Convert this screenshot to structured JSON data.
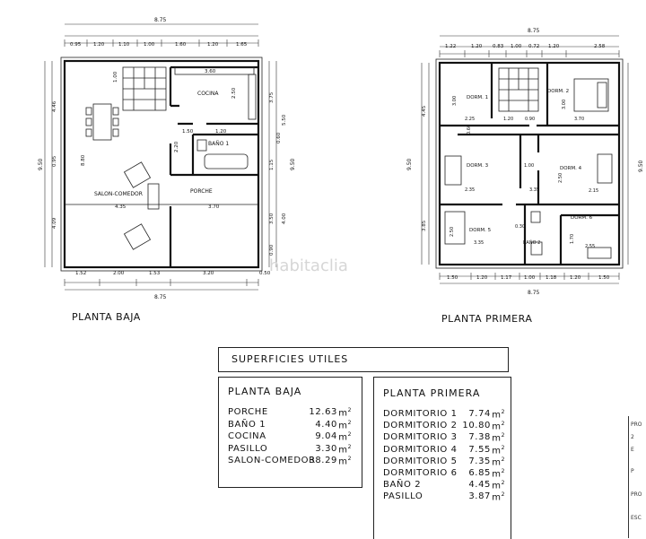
{
  "plans": {
    "ground": {
      "title": "PLANTA BAJA",
      "rooms": [
        "COCINA",
        "BAÑO 1",
        "SALON-COMEDOR",
        "PORCHE"
      ],
      "top_total": "8.75",
      "top_dims": [
        "0.95",
        "1.20",
        "1.10",
        "1.00",
        "1.60",
        "1.20",
        "1.65"
      ],
      "bottom_dims": [
        "1.52",
        "2.00",
        "1.53",
        "3.20",
        "0.50"
      ],
      "bottom_total": "8.75",
      "left_dims": [
        "4.46",
        "0.95",
        "4.09"
      ],
      "left_total": "9.50",
      "right_dims": [
        "3.75",
        "1.15",
        "3.50",
        "0.90"
      ],
      "right_total": "9.50",
      "inner_dims": [
        "3.60",
        "2.50",
        "1.50",
        "1.20",
        "2.20",
        "4.35",
        "3.70",
        "8.80",
        "5.50",
        "0.60",
        "1.00",
        "4.00"
      ]
    },
    "first": {
      "title": "PLANTA PRIMERA",
      "rooms": [
        "DORM. 1",
        "DORM. 2",
        "DORM. 3",
        "DORM. 4",
        "DORM. 5",
        "DORM. 6",
        "BAÑO 2"
      ],
      "top_total": "8.75",
      "top_dims": [
        "1.22",
        "1.20",
        "0.83",
        "1.00",
        "0.72",
        "1.20",
        "2.58"
      ],
      "bottom_dims": [
        "1.50",
        "1.20",
        "1.17",
        "1.00",
        "1.18",
        "1.20",
        "1.50"
      ],
      "bottom_total": "8.75",
      "left_dims": [
        "4.45",
        "3.85"
      ],
      "left_total": "9.50",
      "right_total": "9.50",
      "inner_dims": [
        "3.00",
        "2.25",
        "1.20",
        "0.90",
        "3.00",
        "3.70",
        "0.60",
        "1.00",
        "2.35",
        "3.35",
        "2.50",
        "2.15",
        "2.50",
        "3.35",
        "0.30",
        "1.70",
        "2.55"
      ]
    }
  },
  "watermark": "habitaclia",
  "superficies": {
    "header": "SUPERFICIES UTILES",
    "planta_baja": {
      "title": "PLANTA BAJA",
      "rows": [
        {
          "name": "PORCHE",
          "value": "12.63",
          "unit": "m",
          "exp": "2"
        },
        {
          "name": "BAÑO 1",
          "value": "4.40",
          "unit": "m",
          "exp": "2"
        },
        {
          "name": "COCINA",
          "value": "9.04",
          "unit": "m",
          "exp": "2"
        },
        {
          "name": "PASILLO",
          "value": "3.30",
          "unit": "m",
          "exp": "2"
        },
        {
          "name": "SALON-COMEDOR",
          "value": "38.29",
          "unit": "m",
          "exp": "2"
        }
      ]
    },
    "planta_primera": {
      "title": "PLANTA PRIMERA",
      "rows": [
        {
          "name": "DORMITORIO 1",
          "value": "7.74",
          "unit": "m",
          "exp": "2"
        },
        {
          "name": "DORMITORIO 2",
          "value": "10.80",
          "unit": "m",
          "exp": "2"
        },
        {
          "name": "DORMITORIO 3",
          "value": "7.38",
          "unit": "m",
          "exp": "2"
        },
        {
          "name": "DORMITORIO 4",
          "value": "7.55",
          "unit": "m",
          "exp": "2"
        },
        {
          "name": "DORMITORIO 5",
          "value": "7.35",
          "unit": "m",
          "exp": "2"
        },
        {
          "name": "DORMITORIO 6",
          "value": "6.85",
          "unit": "m",
          "exp": "2"
        },
        {
          "name": "BAÑO 2",
          "value": "4.45",
          "unit": "m",
          "exp": "2"
        },
        {
          "name": "PASILLO",
          "value": "3.87",
          "unit": "m",
          "exp": "2"
        }
      ]
    }
  },
  "side_card": [
    "PRO",
    "2",
    "E",
    "P",
    "PRO",
    "ESC"
  ]
}
